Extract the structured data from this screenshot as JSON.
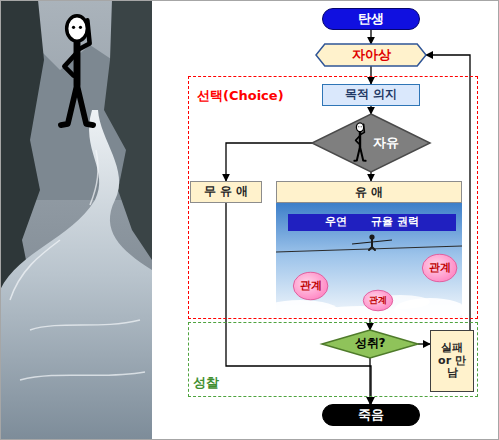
{
  "diagram": {
    "nodes": [
      {
        "text": [
          "탄생"
        ]
      },
      {
        "text": [
          "자아상"
        ]
      },
      {
        "text": [
          "선택(Choice)"
        ]
      },
      {
        "text": [
          "목적 의지"
        ],
        "in": 2
      },
      {
        "text": [
          "자유"
        ],
        "in": 2
      },
      {
        "text": [
          "무 유 애"
        ],
        "in": 2
      },
      {
        "text": [
          "유 애"
        ],
        "in": 2
      },
      {
        "text": [
          "우연",
          "규율 권력"
        ],
        "in": 6
      },
      {
        "text": [
          "관계"
        ],
        "in": 6
      },
      {
        "text": [
          "관계"
        ],
        "in": 6
      },
      {
        "text": [
          "관계"
        ],
        "in": 6
      },
      {
        "text": [
          "성찰"
        ]
      },
      {
        "text": [
          "성취?"
        ],
        "in": 11
      },
      {
        "text": [
          "실패 or 만남"
        ],
        "in": 11
      },
      {
        "text": [
          "죽음"
        ]
      }
    ],
    "edges": [
      {
        "from": 0,
        "to": 1,
        "arrow": "to"
      },
      {
        "from": 1,
        "to": 3,
        "arrow": "to"
      },
      {
        "from": 3,
        "to": 4,
        "arrow": "to"
      },
      {
        "from": 4,
        "to": 5,
        "arrow": "to"
      },
      {
        "from": 4,
        "to": 6,
        "arrow": "to"
      },
      {
        "from": 5,
        "to": 14,
        "arrow": "to"
      },
      {
        "from": 6,
        "to": 12,
        "arrow": "to"
      },
      {
        "from": 12,
        "to": 13,
        "arrow": "to"
      },
      {
        "from": 12,
        "to": 14,
        "arrow": "to"
      },
      {
        "from": 13,
        "to": 1,
        "arrow": "to"
      }
    ]
  }
}
